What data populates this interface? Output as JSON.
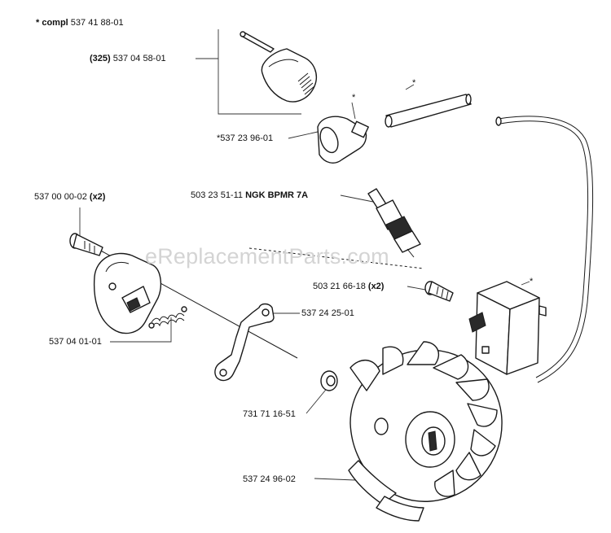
{
  "watermark": "eReplacementParts.com",
  "asterisk": "*",
  "labels": {
    "compl": {
      "prefix": "* compl",
      "number": "537 41 88-01"
    },
    "cap": {
      "prefix": "(325)",
      "number": "537 04 58-01"
    },
    "boot": {
      "number": "*537 23 96-01"
    },
    "spark_plug": {
      "number": "503 23 51-11",
      "suffix": "NGK BPMR 7A"
    },
    "screw_top": {
      "number": "537 00 00-02",
      "suffix": "(x2)"
    },
    "screw_right": {
      "number": "503 21 66-18",
      "suffix": "(x2)"
    },
    "plate": {
      "number": "537 24 25-01"
    },
    "brake": {
      "number": "537 04 01-01"
    },
    "washer": {
      "number": "731 71 16-51"
    },
    "flywheel": {
      "number": "537 24 96-02"
    }
  }
}
